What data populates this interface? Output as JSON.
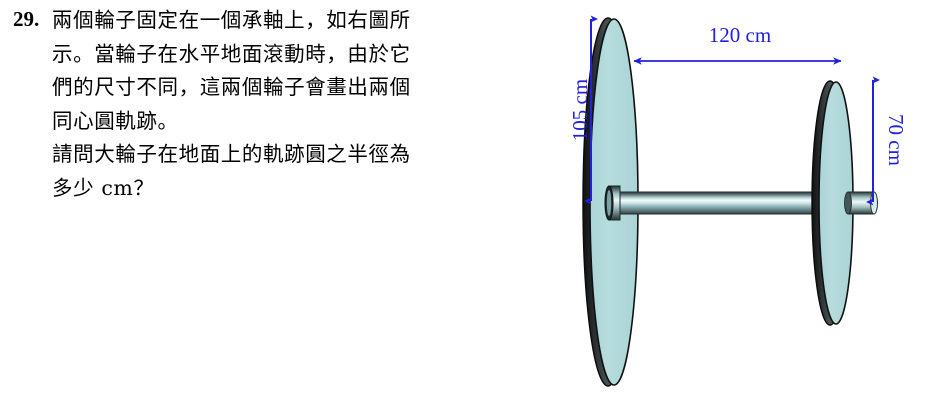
{
  "question": {
    "number": "29.",
    "lines": [
      "兩個輪子固定在一個承軸上，如右圖所",
      "示。當輪子在水平地面滾動時，由於它",
      "們的尺寸不同，這兩個輪子會畫出兩個",
      "同心圓軌跡。",
      "請問大輪子在地面上的軌跡圓之半徑為",
      "多少 cm？"
    ]
  },
  "diagram": {
    "title": "two-wheels-on-axle",
    "labels": {
      "large_wheel_dimension": "105 cm",
      "axle_length_dimension": "120 cm",
      "small_wheel_dimension": "70 cm"
    },
    "colors": {
      "dimension_blue": "#2020dd",
      "wheel_fill": "#b0dadb",
      "wheel_edge": "#1a1a1a",
      "axle_dark": "#3b4a4d",
      "axle_light": "#f2fbfb",
      "axle_mid": "#9dc3c6"
    },
    "values": {
      "large_wheel_cm": 105,
      "small_wheel_cm": 70,
      "axle_span_cm": 120
    }
  }
}
